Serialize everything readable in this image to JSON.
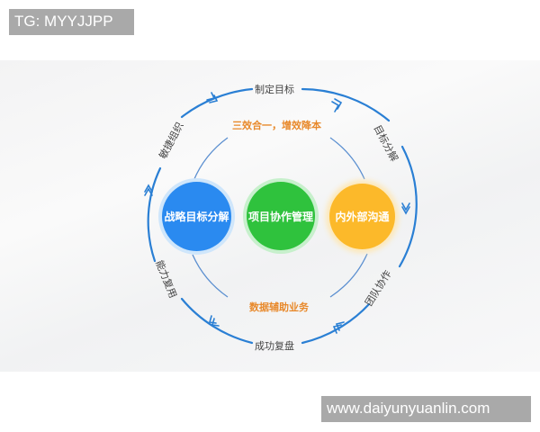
{
  "watermarks": {
    "top": "TG: MYYJJPP",
    "bottom": "www.daiyunyuanlin.com"
  },
  "outer_cycle": {
    "color": "#2a7fd4",
    "steps": [
      {
        "label": "制定目标",
        "position": "top"
      },
      {
        "label": "目标分解",
        "position": "upper-right"
      },
      {
        "label": "团队协作",
        "position": "lower-right"
      },
      {
        "label": "成功复盘",
        "position": "bottom"
      },
      {
        "label": "能力复用",
        "position": "lower-left"
      },
      {
        "label": "敏捷组织",
        "position": "upper-left"
      }
    ]
  },
  "inner_ring": {
    "top_caption": "三效合一，增效降本",
    "bottom_caption": "数据辅助业务",
    "caption_color": "#e8892b"
  },
  "pillars": [
    {
      "label": "战略目标分解",
      "color": "#2a8af0"
    },
    {
      "label": "项目协作管理",
      "color": "#2fc23d"
    },
    {
      "label": "内外部沟通",
      "color": "#fcb92a"
    }
  ]
}
